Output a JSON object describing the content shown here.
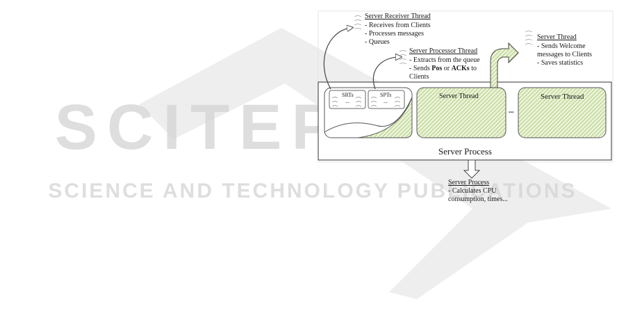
{
  "watermark": {
    "line1": "SCITEPRESS",
    "line2": "SCIENCE AND TECHNOLOGY PUBLICATIONS"
  },
  "receiver_note": {
    "title": "Server Receiver Thread",
    "lines": [
      "- Receives from Clients",
      "- Processes messages",
      "- Queues"
    ]
  },
  "processor_note": {
    "title": "Server Processor Thread",
    "line1": "- Extracts from the queue",
    "line2_prefix": "- Sends ",
    "line2_bold1": "Pos",
    "line2_mid": " or ",
    "line2_bold2": "ACKs",
    "line2_suffix": " to",
    "line3": "Clients"
  },
  "thread_note": {
    "title": "Server Thread",
    "lines": [
      "- Sends Welcome",
      "messages to Clients",
      "- Saves statistics"
    ]
  },
  "process_note": {
    "title": "Server Process",
    "lines": [
      "- Calculates CPU",
      "consumption, times..."
    ]
  },
  "boxes": {
    "srts": "SRTs",
    "spts": "SPTs",
    "dots": "...",
    "thread_a": "Server Thread",
    "thread_b": "Server Thread",
    "between": "...",
    "process": "Server Process"
  }
}
